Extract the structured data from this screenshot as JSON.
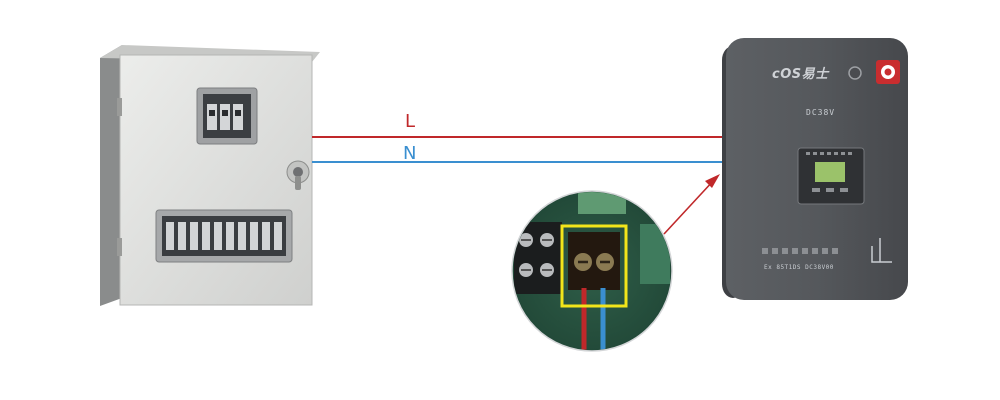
{
  "diagram": {
    "wire_line_label": "L",
    "wire_neutral_label": "N",
    "device": {
      "brand": "ᴄOS易士",
      "model_text": "DC38V",
      "bottom_text": "Ex 85T1DS DC38V00"
    },
    "colors": {
      "line_wire": "#c0282a",
      "neutral_wire": "#3a8fd0",
      "callout_arrow": "#c0282a",
      "highlight_box": "#f2e51a",
      "cabinet": "#dfe0de",
      "device_body": "#55575b"
    }
  }
}
